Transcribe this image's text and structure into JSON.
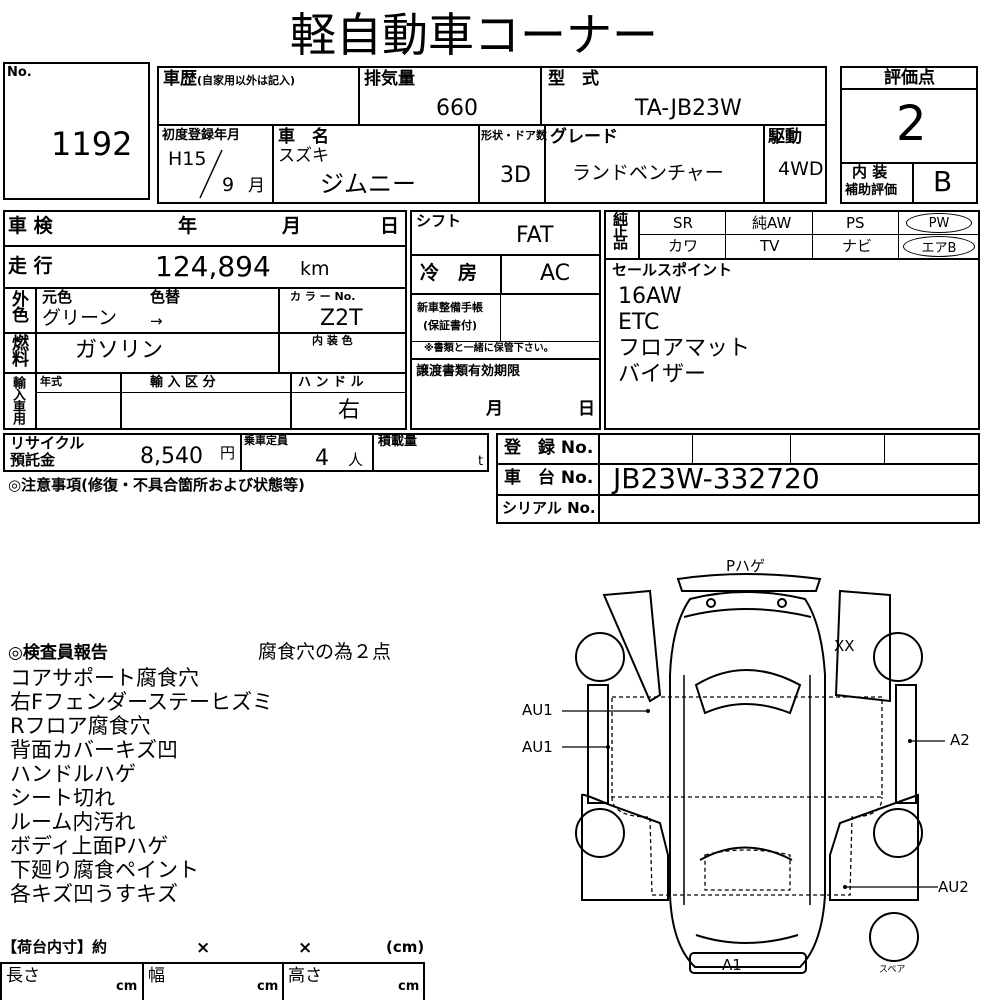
{
  "title": "軽自動車コーナー",
  "lot": {
    "label": "No.",
    "number": "1192"
  },
  "history": {
    "label": "車歴",
    "note": "(自家用以外は記入)"
  },
  "displacement": {
    "label": "排気量",
    "value": "660"
  },
  "model": {
    "label": "型　式",
    "value": "TA-JB23W"
  },
  "rating": {
    "label": "評価点",
    "score": "2",
    "interior_label_1": "内 装",
    "interior_label_2": "補助評価",
    "interior_score": "B"
  },
  "first_reg": {
    "label": "初度登録年月",
    "year": "H15",
    "month": "9",
    "month_unit": "月"
  },
  "car_name": {
    "label": "車　名",
    "maker": "スズキ",
    "name": "ジムニー"
  },
  "doors": {
    "label": "形状・ドア数",
    "value": "3D"
  },
  "grade": {
    "label": "グレード",
    "value": "ランドベンチャー"
  },
  "drive": {
    "label": "駆動",
    "value": "4WD"
  },
  "inspection_expiry": {
    "label": "車 検",
    "year": "年",
    "month": "月",
    "day": "日"
  },
  "shift": {
    "label": "シフト",
    "value": "FAT"
  },
  "mileage": {
    "label": "走 行",
    "value": "124,894",
    "unit": "km"
  },
  "ac": {
    "label": "冷　房",
    "value": "AC"
  },
  "exterior": {
    "label": "外色",
    "orig_label": "元色",
    "change_label": "色替",
    "orig_value": "グリーン",
    "arrow": "→",
    "color_no_label": "カ ラ ー No.",
    "color_no": "Z2T"
  },
  "fuel": {
    "label": "燃料",
    "value": "ガソリン",
    "interior_color_label": "内 装 色"
  },
  "maintenance": {
    "label_1": "新車整備手帳",
    "label_2": "(保証書付)",
    "note": "※書類と一緒に保管下さい。"
  },
  "import": {
    "label": "輸入車用",
    "year_label": "年式",
    "class_label": "輸 入 区 分",
    "handle_label": "ハ ン ド ル",
    "handle_value": "右"
  },
  "transfer": {
    "label": "譲渡書類有効期限",
    "month": "月",
    "day": "日"
  },
  "equipment": {
    "label": "純正品",
    "row1": [
      "SR",
      "純AW",
      "PS",
      "PW"
    ],
    "row2": [
      "カワ",
      "TV",
      "ナビ",
      "エアB"
    ]
  },
  "sales_points": {
    "label": "セールスポイント",
    "items": [
      "16AW",
      "ETC",
      "フロアマット",
      "バイザー"
    ]
  },
  "recycle": {
    "label_1": "リサイクル",
    "label_2": "預託金",
    "value": "8,540",
    "unit": "円"
  },
  "capacity": {
    "label": "乗車定員",
    "value": "4",
    "unit": "人"
  },
  "load": {
    "label": "積載量",
    "unit": "t"
  },
  "registration": {
    "reg_label": "登　録 No.",
    "chassis_label": "車　台 No.",
    "chassis_value": "JB23W-332720",
    "serial_label": "シリアル No."
  },
  "notes_label": "◎注意事項(修復・不具合箇所および状態等)",
  "inspector": {
    "label": "◎検査員報告",
    "summary": "腐食穴の為２点",
    "items": [
      "コアサポート腐食穴",
      "右Fフェンダーステーヒズミ",
      "Rフロア腐食穴",
      "背面カバーキズ凹",
      "ハンドルハゲ",
      "シート切れ",
      "ルーム内汚れ",
      "ボディ上面Pハゲ",
      "下廻り腐食ペイント",
      "各キズ凹うすキズ"
    ]
  },
  "cargo": {
    "label": "【荷台内寸】約",
    "x1": "×",
    "x2": "×",
    "unit": "(cm)",
    "length_label": "長さ",
    "width_label": "幅",
    "height_label": "高さ",
    "cm": "cm"
  },
  "diagram": {
    "top": "Pハゲ",
    "xx": "XX",
    "au1_a": "AU1",
    "au1_b": "AU1",
    "a2": "A2",
    "au2": "AU2",
    "a1": "A1",
    "spare": "スペア"
  }
}
